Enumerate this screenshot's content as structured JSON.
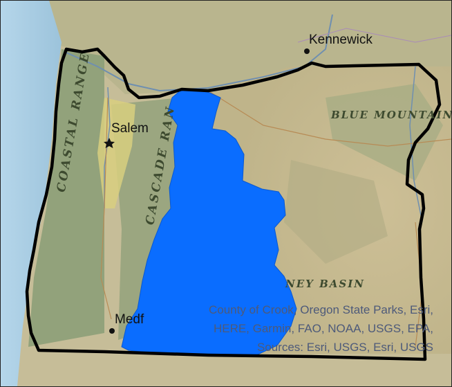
{
  "map": {
    "cities": {
      "kennewick": "Kennewick",
      "salem": "Salem",
      "medford": "Medf"
    },
    "ranges": {
      "coastal": "COASTAL RANGE",
      "cascade": "CASCADE RAN",
      "blue": "BLUE MOUNTAINS",
      "harney": "NEY BASIN"
    },
    "attribution": "County of Crook, Oregon State Parks, Esri, HERE, Garmin, FAO, NOAA, USGS, EPA, Sources: Esri, USGS, Esri, USGS",
    "colors": {
      "highlight_fill": "#0a6dff",
      "border": "#000000",
      "ocean": "#a9cde3",
      "terrain": "#c9c3a3",
      "forest": "#8fa27a",
      "valley": "#d9cf7a"
    },
    "highlighted_feature": "County of Crook"
  }
}
